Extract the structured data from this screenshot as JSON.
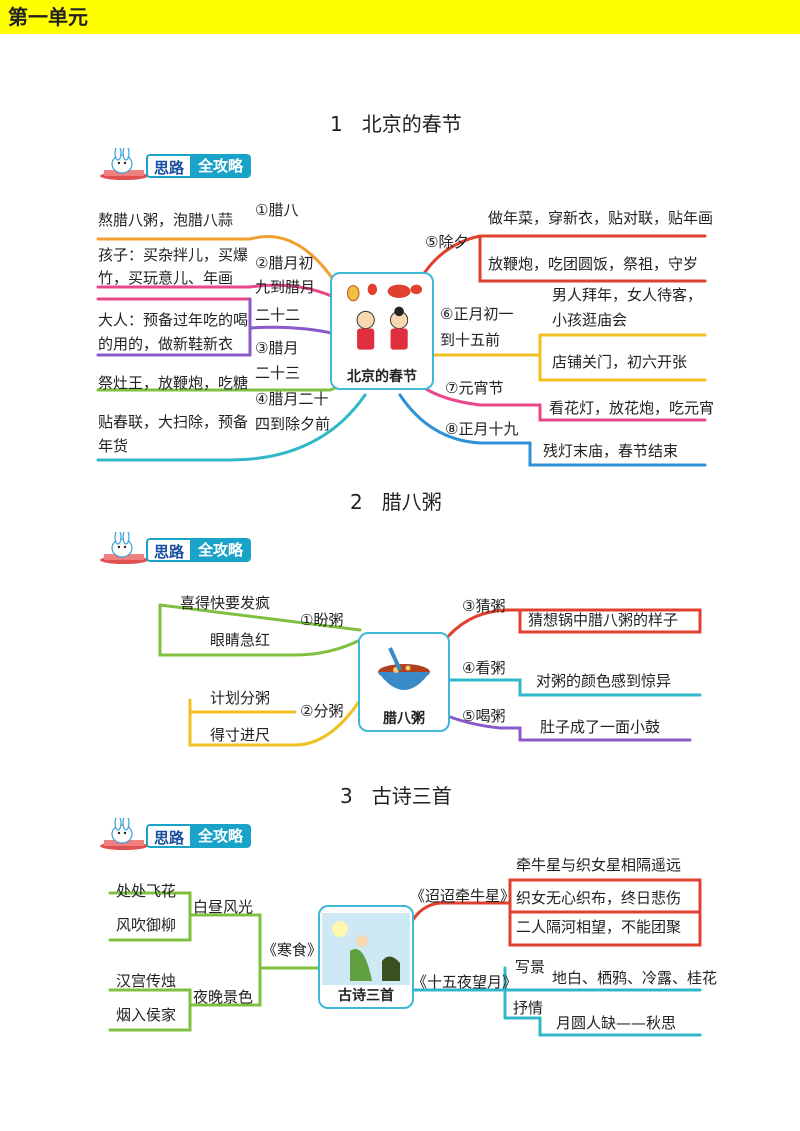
{
  "unit_tag": "第一单元",
  "badge": {
    "part1": "思路",
    "part2": "全攻略"
  },
  "lesson1": {
    "title": "1   北京的春节",
    "center": "北京的春节",
    "branches": {
      "b1": "①腊八",
      "b2a": "②腊月初",
      "b2b": "九到腊月",
      "b2c": "二十二",
      "b3a": "③腊月",
      "b3b": "二十三",
      "b4a": "④腊月二十",
      "b4b": "四到除夕前",
      "b5": "⑤除夕",
      "b6a": "⑥正月初一",
      "b6b": "到十五前",
      "b7": "⑦元宵节",
      "b8": "⑧正月十九"
    },
    "leaves": {
      "l1": "熬腊八粥，泡腊八蒜",
      "l2a": "孩子：买杂拌儿，买爆",
      "l2b": "竹，买玩意儿、年画",
      "l3a": "大人：预备过年吃的喝",
      "l3b": "的用的，做新鞋新衣",
      "l4": "祭灶王，放鞭炮，吃糖",
      "l5a": "贴春联，大扫除，预备",
      "l5b": "年货",
      "r1": "做年菜，穿新衣，贴对联，贴年画",
      "r2": "放鞭炮，吃团圆饭，祭祖，守岁",
      "r3a": "男人拜年，女人待客，",
      "r3b": "小孩逛庙会",
      "r4": "店铺关门，初六开张",
      "r5": "看花灯，放花炮，吃元宵",
      "r6": "残灯末庙，春节结束"
    }
  },
  "lesson2": {
    "title": "2   腊八粥",
    "center": "腊八粥",
    "branches": {
      "b1": "①盼粥",
      "b2": "②分粥",
      "b3": "③猜粥",
      "b4": "④看粥",
      "b5": "⑤喝粥"
    },
    "leaves": {
      "l1": "喜得快要发疯",
      "l2": "眼睛急红",
      "l3": "计划分粥",
      "l4": "得寸进尺",
      "r1": "猜想锅中腊八粥的样子",
      "r2": "对粥的颜色感到惊异",
      "r3": "肚子成了一面小鼓"
    }
  },
  "lesson3": {
    "title": "3   古诗三首",
    "center": "古诗三首",
    "branches": {
      "b1": "《寒食》",
      "b1a": "白昼风光",
      "b1b": "夜晚景色",
      "b2": "《迢迢牵牛星》",
      "b3": "《十五夜望月》",
      "b3a": "写景",
      "b3b": "抒情"
    },
    "leaves": {
      "l1": "处处飞花",
      "l2": "风吹御柳",
      "l3": "汉宫传烛",
      "l4": "烟入侯家",
      "r1": "牵牛星与织女星相隔遥远",
      "r2": "织女无心织布，终日悲伤",
      "r3": "二人隔河相望，不能团聚",
      "r4": "地白、栖鸦、冷露、桂花",
      "r5": "月圆人缺——秋思"
    }
  },
  "colors": {
    "orange": "#f0a030",
    "pink": "#e8488a",
    "purple": "#8a5ac8",
    "green": "#80c040",
    "teal": "#30b8c8",
    "red": "#e04030",
    "yellow": "#f0c020",
    "blue": "#3090d8"
  }
}
